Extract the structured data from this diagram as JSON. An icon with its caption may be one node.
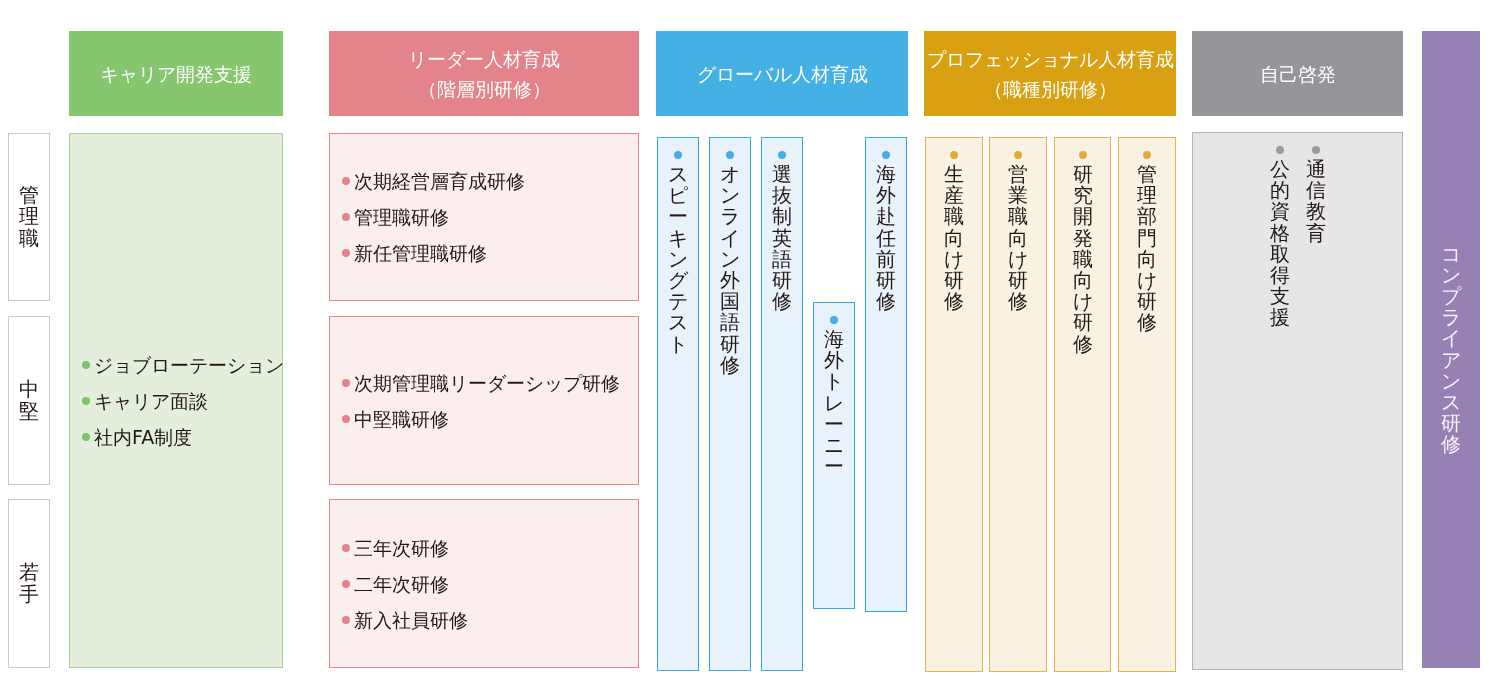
{
  "diagram": {
    "nodes": [
      {
        "text": [
          "キャリア開発支援"
        ]
      },
      {
        "text": [
          "リーダー人材育成",
          "（階層別研修）"
        ]
      },
      {
        "text": [
          "グローバル人材育成"
        ]
      },
      {
        "text": [
          "プロフェッショナル人材育成",
          "（職種別研修）"
        ]
      },
      {
        "text": [
          "自己啓発"
        ]
      },
      {
        "text": [
          "コンプライアンス研修"
        ]
      },
      {
        "text": [
          "管理職"
        ]
      },
      {
        "text": [
          "中堅"
        ]
      },
      {
        "text": [
          "若手"
        ]
      },
      {
        "text": [
          "ジョブローテーション",
          "キャリア面談",
          "社内FA制度"
        ]
      },
      {
        "text": [
          "次期経営層育成研修",
          "管理職研修",
          "新任管理職研修"
        ]
      },
      {
        "text": [
          "次期管理職リーダーシップ研修",
          "中堅職研修"
        ]
      },
      {
        "text": [
          "三年次研修",
          "二年次研修",
          "新入社員研修"
        ]
      },
      {
        "text": [
          "スピーキングテスト"
        ]
      },
      {
        "text": [
          "オンライン外国語研修"
        ]
      },
      {
        "text": [
          "選抜制英語研修"
        ]
      },
      {
        "text": [
          "海外トレーニー"
        ]
      },
      {
        "text": [
          "海外赴任前研修"
        ]
      },
      {
        "text": [
          "生産職向け研修"
        ]
      },
      {
        "text": [
          "営業職向け研修"
        ]
      },
      {
        "text": [
          "研究開発職向け研修"
        ]
      },
      {
        "text": [
          "管理部門向け研修"
        ]
      },
      {
        "text": [
          "公的資格取得支援",
          "通信教育"
        ]
      }
    ]
  }
}
